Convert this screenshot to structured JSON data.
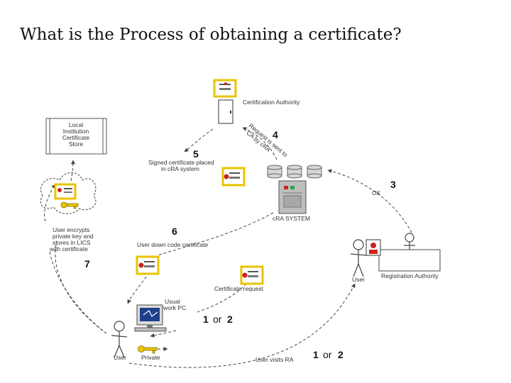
{
  "title": "What is the Process of obtaining a certificate?",
  "diagram": {
    "certification_authority_label": "Certification Authority",
    "store_label": [
      "Local",
      "Institution",
      "Certificate",
      "Store"
    ],
    "step4_note": [
      "Request is sent to",
      "CA by cRA"
    ],
    "step5_label": [
      "Signed certificate placed",
      "in cRA system"
    ],
    "ok_label": "OK",
    "cra_system_label": "cRA SYSTEM",
    "registration_authority_label": "Registration Authority",
    "user_left_label": "User",
    "user_right_label": "User",
    "step6_label": "User down code certificate",
    "encrypt_label": [
      "User encrypts",
      "private key and",
      "stores in LICS",
      "with certificate"
    ],
    "cert_request_label": "Certificate request",
    "pc_label": [
      "Usual",
      "work PC"
    ],
    "private_label": "Private",
    "visits_label": "User visits RA",
    "steps": {
      "s3": "3",
      "s4": "4",
      "s5": "5",
      "s6": "6",
      "s7": "7",
      "s1or2a_num1": "1",
      "s1or2a_or": "or",
      "s1or2a_num2": "2",
      "s1or2b_num1": "1",
      "s1or2b_or": "or",
      "s1or2b_num2": "2"
    },
    "colors": {
      "certificate_border": "#e8c400",
      "seal": "#cc2222",
      "line": "#444444",
      "server_body": "#bdbdbd",
      "monitor_screen": "#1f3f88"
    }
  }
}
